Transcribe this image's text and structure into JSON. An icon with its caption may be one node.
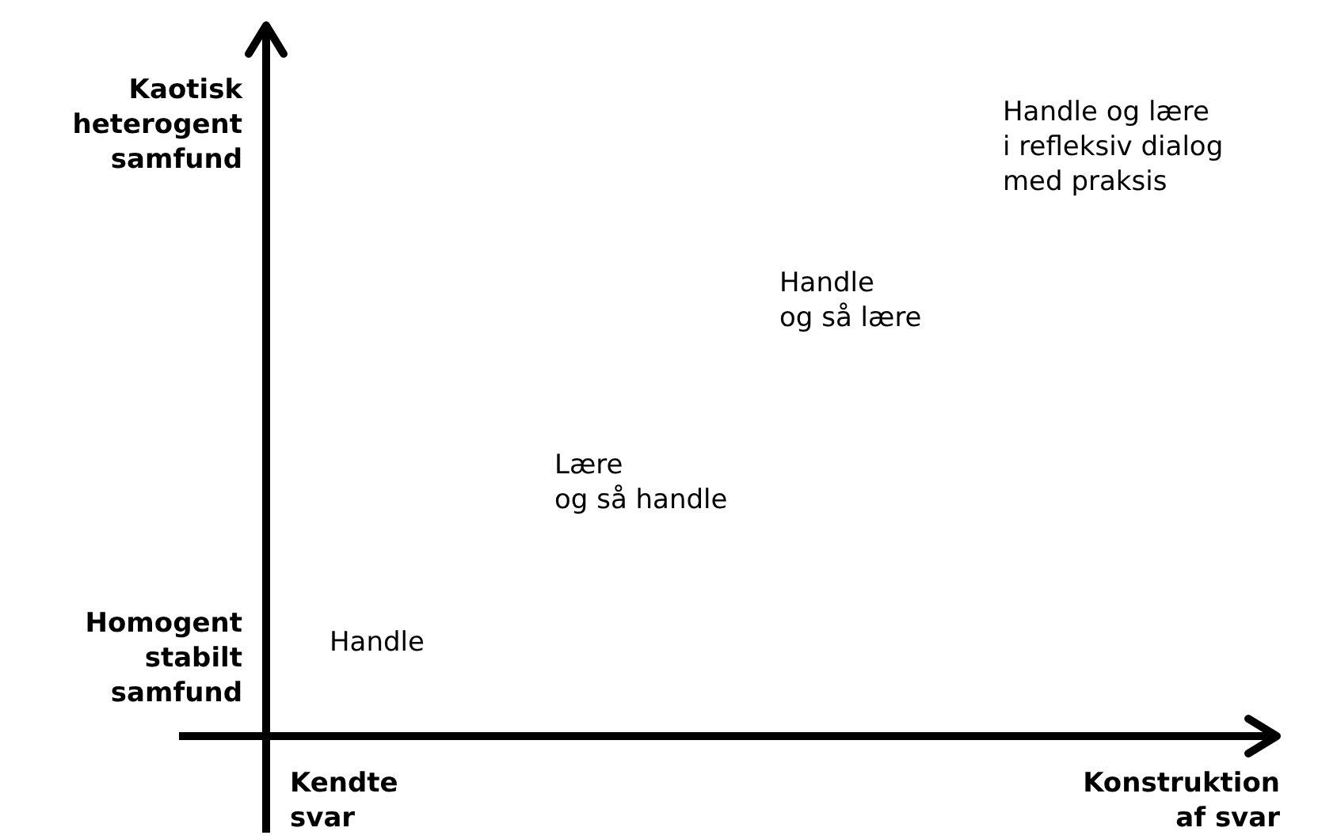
{
  "diagram": {
    "labels": [
      "Kaotisk heterogent samfund",
      "Handle og lære i refleksiv dialog med praksis",
      "Handle og så lære",
      "Lære og så handle",
      "Homogent stabilt samfund",
      "Handle",
      "Kendte svar",
      "Konstruktion af svar"
    ]
  }
}
